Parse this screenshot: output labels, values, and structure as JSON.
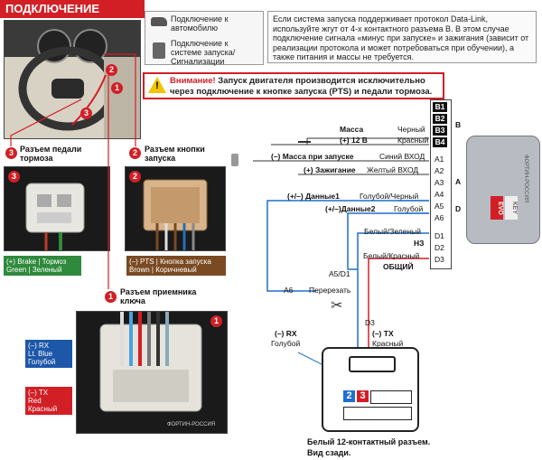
{
  "header": {
    "title": "ПОДКЛЮЧЕНИЕ ПРОВОДОВ"
  },
  "legend": {
    "car_line": "Подключение к автомобилю",
    "system_line": "Подключение к системе запуска/Сигнализации"
  },
  "intro": {
    "text": "Если система запуска поддерживает протокол Data-Link, используйте жгут от 4-х контактного разъема B. В этом случае подключение сигнала «минус при запуске» и зажигания (зависит от реализации протокола и может потребоваться при обучении), а также питания и массы не требуется."
  },
  "warning": {
    "icon": "warning-icon",
    "prefix": "Внимание!",
    "text": "Запуск двигателя производится исключительно через подключение к кнопке запуска (PTS) и педали тормоза."
  },
  "connectors": {
    "brake": {
      "num": "3",
      "title": "Разъем педали тормоза",
      "tag_line1": "(+) Brake | Тормоз",
      "tag_line2": "Green | Зеленый"
    },
    "pts": {
      "num": "2",
      "title": "Разъем кнопки запуска",
      "tag_line1": "(–) PTS | Кнопка запуска",
      "tag_line2": "Brown | Коричневый"
    },
    "receiver": {
      "num": "1",
      "title": "Разъем приемника ключа",
      "rx_line1": "(–) RX",
      "rx_line2": "Lt. Blue",
      "rx_line3": "Голубой",
      "tx_line1": "(–) TX",
      "tx_line2": "Red",
      "tx_line3": "Красный",
      "watermark": "ФОРТИН-РОССИЯ"
    }
  },
  "dashboard_markers": [
    "1",
    "2",
    "3"
  ],
  "module": {
    "b_pins": [
      "B1",
      "B2",
      "B3",
      "B4"
    ],
    "a_pins": [
      "A1",
      "A2",
      "A3",
      "A4",
      "A5",
      "A6"
    ],
    "d_pins": [
      "D1",
      "D2",
      "D3"
    ],
    "side_labels": [
      "B",
      "A",
      "D"
    ],
    "brand_top": "EVO",
    "brand_bottom": "KEY",
    "body_text": "ФОРТИН-РОССИЯ"
  },
  "wires": {
    "ground_label": "Масса",
    "ground_color": "Черный",
    "power_label": "(+) 12 В",
    "power_color": "Красный",
    "start_label": "(–) Масса при запуске",
    "start_color": "Синий ВХОД",
    "ign_label": "(+) Зажигание",
    "ign_color": "Желтый ВХОД",
    "data1_label": "(+/–) Данные1",
    "data1_color": "Голубой/Черный",
    "data2_label": "(+/–)Данные2",
    "data2_color": "Голубой",
    "d1_color": "Белый/Зеленый",
    "nz_label": "НЗ",
    "d3_color": "Белый/Красный",
    "common_label": "ОБЩИЙ",
    "a5d1": "A5/D1",
    "a6": "A6",
    "d3": "D3",
    "cut_label": "Перерезать",
    "rx_label": "(–) RX",
    "rx_color": "Голубой",
    "tx_label": "(–) TX",
    "tx_color": "Красный"
  },
  "plug": {
    "pin_left": "2",
    "pin_right": "3",
    "caption_line1": "Белый 12-контактный разъем.",
    "caption_line2": "Вид сзади."
  },
  "colors": {
    "accent_red": "#d21f26",
    "wire_blue": "#1d6fd0",
    "wire_red": "#d21f26",
    "module_gray": "#b8bcc2"
  }
}
